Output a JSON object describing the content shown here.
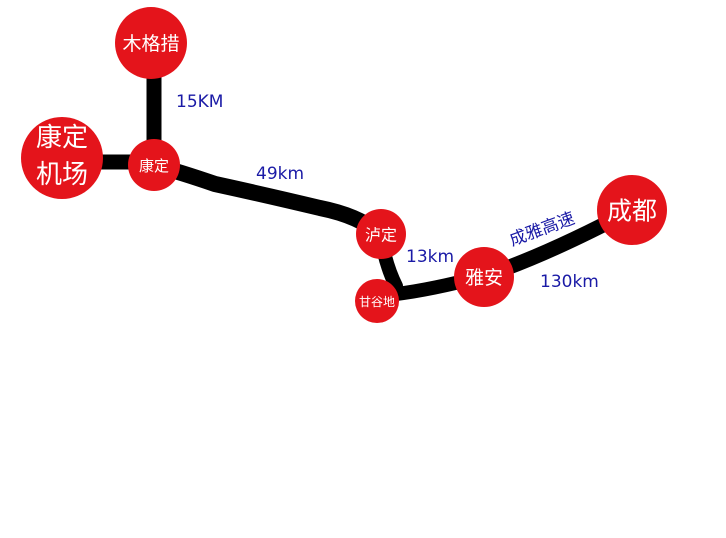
{
  "colors": {
    "route": "#000000",
    "node": "#e4141b",
    "node_text": "#ffffff",
    "distance_text": "#1a1aa6"
  },
  "places": {
    "mugecuo": "木格措",
    "kangding_airport_line1": "康定",
    "kangding_airport_line2": "机场",
    "kangding": "康定",
    "luding": "泸定",
    "ganggudi": "甘谷地",
    "yaan": "雅安",
    "chengdu": "成都"
  },
  "distances": {
    "mugecuo_kangding": "15KM",
    "kangding_luding": "49km",
    "luding_ganggudi": "13km",
    "yaan_chengdu": "130km"
  },
  "roads": {
    "yaan_chengdu": "成雅高速"
  }
}
